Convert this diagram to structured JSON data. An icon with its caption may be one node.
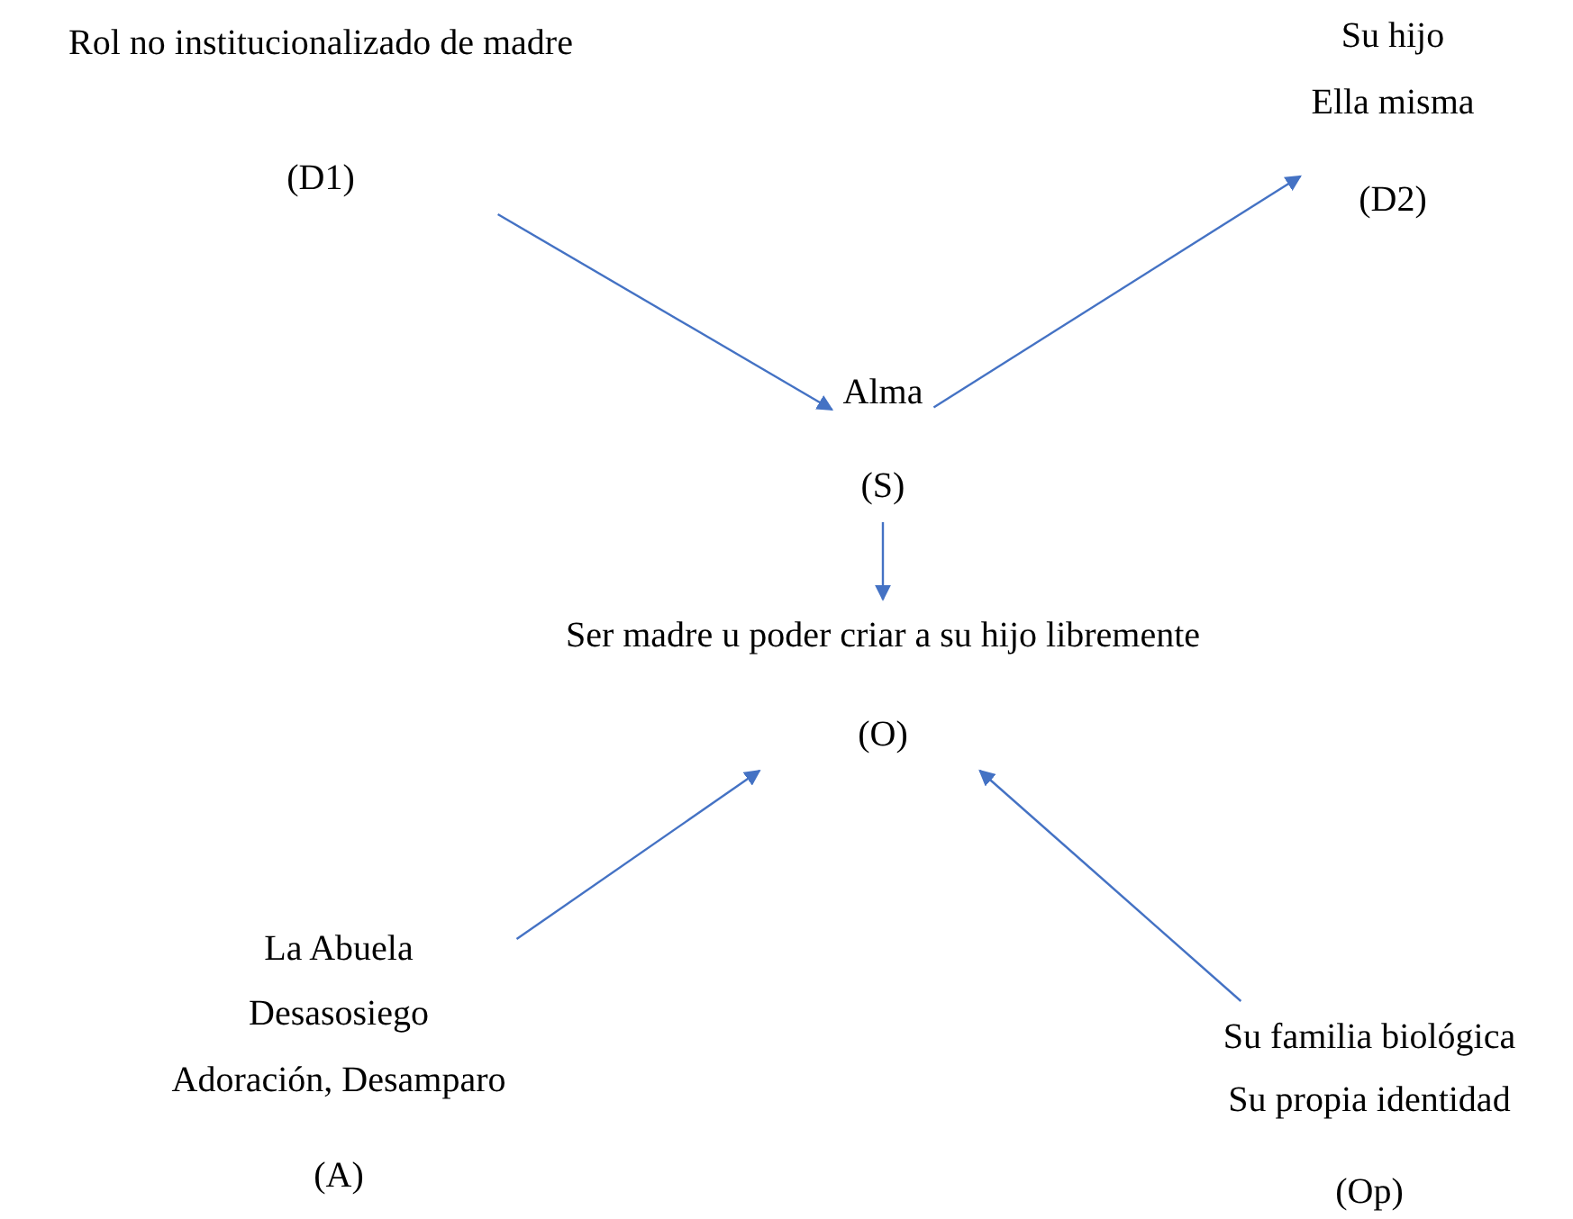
{
  "diagram": {
    "nodes": [
      {
        "text": [
          "Rol no institucionalizado de madre",
          "(D1)"
        ]
      },
      {
        "text": [
          "Su hijo",
          "Ella misma",
          "(D2)"
        ]
      },
      {
        "text": [
          "Alma",
          "(S)"
        ]
      },
      {
        "text": [
          "Ser madre u poder criar a su hijo libremente",
          "(O)"
        ]
      },
      {
        "text": [
          "La Abuela",
          "Desasosiego",
          "Adoración, Desamparo",
          "(A)"
        ]
      },
      {
        "text": [
          "Su familia biológica",
          "Su propia identidad",
          "(Op)"
        ]
      }
    ],
    "edges": [
      {
        "from": 0,
        "to": 2,
        "arrow": "to"
      },
      {
        "from": 2,
        "to": 1,
        "arrow": "to"
      },
      {
        "from": 2,
        "to": 3,
        "arrow": "to"
      },
      {
        "from": 4,
        "to": 3,
        "arrow": "to"
      },
      {
        "from": 5,
        "to": 3,
        "arrow": "to"
      }
    ]
  }
}
